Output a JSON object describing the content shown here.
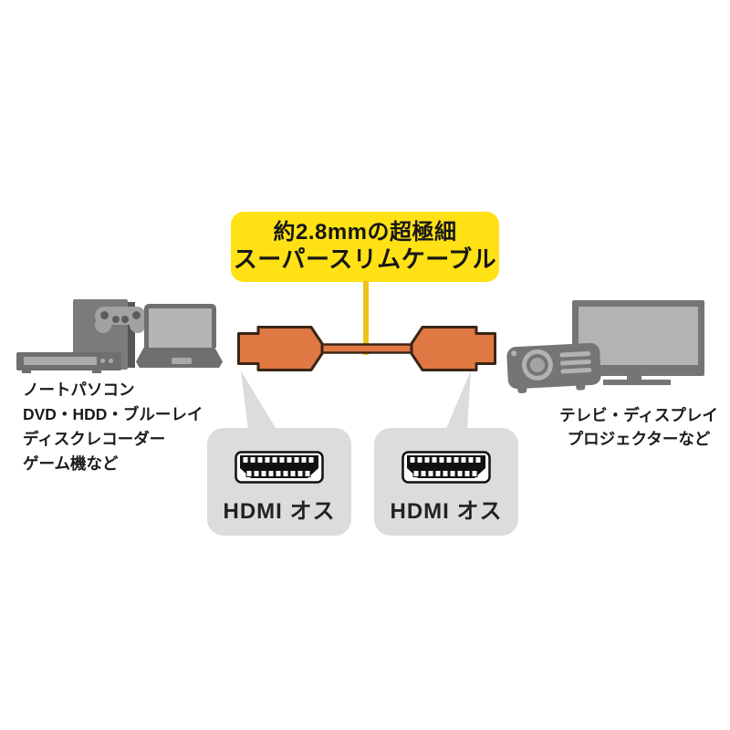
{
  "banner": {
    "line1": "約2.8mmの超極細",
    "line2": "スーパースリムケーブル"
  },
  "source_devices": {
    "caption_lines": [
      "ノートパソコン",
      "DVD・HDD・ブルーレイ",
      "ディスクレコーダー",
      "ゲーム機など"
    ],
    "icons": [
      "game-console-icon",
      "game-controller-icon",
      "dvd-recorder-icon",
      "laptop-icon"
    ]
  },
  "display_devices": {
    "caption_lines": [
      "テレビ・ディスプレイ",
      "プロジェクターなど"
    ],
    "icons": [
      "tv-icon",
      "projector-icon"
    ]
  },
  "connector_callouts": [
    {
      "label": "HDMI オス",
      "icon": "hdmi-connector-face-icon"
    },
    {
      "label": "HDMI オス",
      "icon": "hdmi-connector-face-icon"
    }
  ],
  "colors": {
    "banner_yellow": "#ffe115",
    "pointer_gold": "#eec31c",
    "connector_orange": "#e07843",
    "connector_outline": "#3b2616",
    "bubble_gray": "#dcdcdc",
    "device_dark_gray": "#757575",
    "device_light_gray": "#b3b3b3",
    "text_black": "#1b1b1b",
    "background": "#ffffff"
  }
}
